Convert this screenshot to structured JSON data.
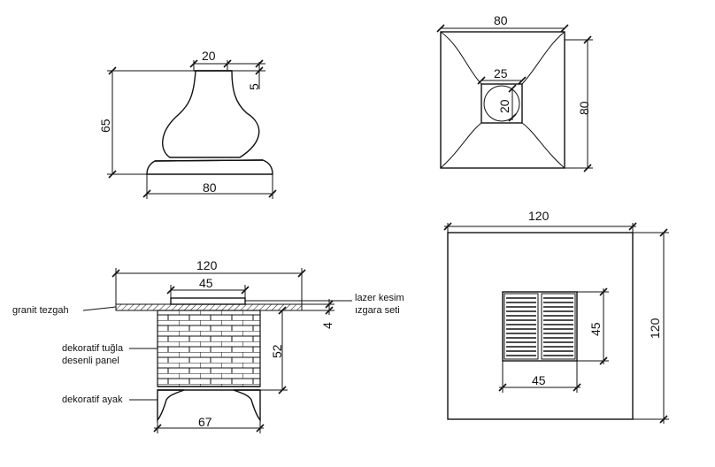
{
  "top_left_view": {
    "dim_top": "20",
    "dim_cap": "5",
    "dim_height": "65",
    "dim_width": "80"
  },
  "top_right_view": {
    "dim_width": "80",
    "dim_height": "80",
    "dim_opening": "25",
    "dim_circle": "20"
  },
  "bottom_left_view": {
    "dim_overall": "120",
    "dim_grill": "45",
    "dim_thickness": "4",
    "dim_body_height": "52",
    "dim_base": "67",
    "labels": {
      "granite": "granit tezgah",
      "laser_1": "lazer kesim",
      "laser_2": "ızgara seti",
      "panel_1": "dekoratif tuğla",
      "panel_2": "desenli panel",
      "foot": "dekoratif ayak"
    }
  },
  "bottom_right_view": {
    "dim_width": "120",
    "dim_height": "120",
    "dim_grill_w": "45",
    "dim_grill_h": "45"
  }
}
